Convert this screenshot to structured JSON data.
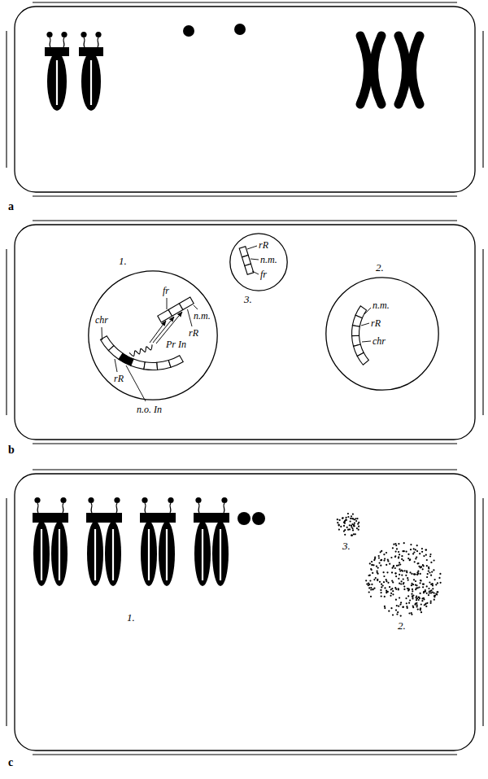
{
  "diagram": {
    "nodes": [
      {
        "text": [
          "1.",
          "fr",
          "n.m.",
          "rR",
          "chr",
          "rR",
          "Pr In",
          "n.o. In"
        ]
      },
      {
        "text": [
          "3.",
          "rR",
          "n.m.",
          "fr"
        ]
      },
      {
        "text": [
          "2.",
          "n.m.",
          "rR",
          "chr"
        ]
      }
    ],
    "labels": [
      "a",
      "b",
      "1.",
      "3.",
      "2.",
      "c"
    ]
  }
}
